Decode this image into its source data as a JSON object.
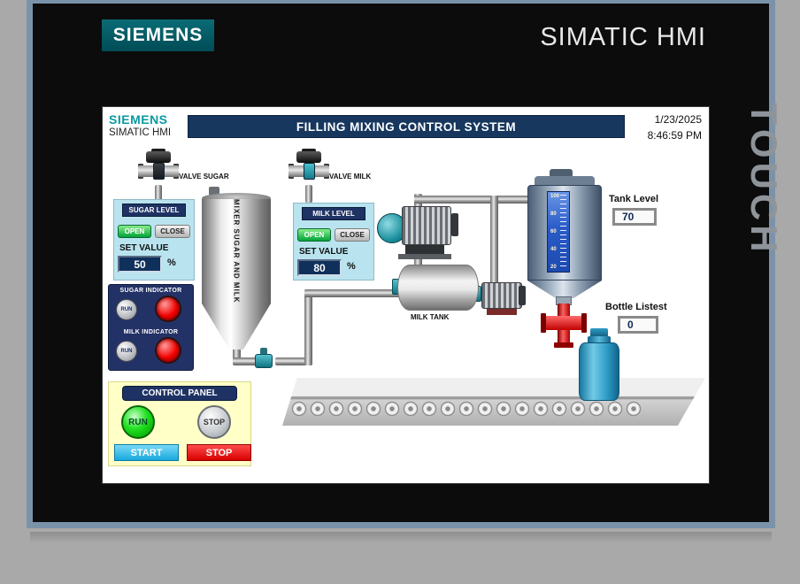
{
  "device": {
    "logo": "SIEMENS",
    "model": "SIMATIC HMI",
    "touch": "TOUCH"
  },
  "screen": {
    "header": {
      "brand": "SIEMENS",
      "brand_sub": "SIMATIC HMI",
      "title": "FILLING MIXING CONTROL SYSTEM",
      "date": "1/23/2025",
      "time": "8:46:59 PM"
    },
    "valves": {
      "sugar": "VALVE SUGAR",
      "milk": "VALVE MILK"
    },
    "sugar_panel": {
      "title": "SUGAR LEVEL",
      "open": "OPEN",
      "close": "CLOSE",
      "set_label": "SET VALUE",
      "value": "50",
      "unit": "%"
    },
    "milk_panel": {
      "title": "MILK LEVEL",
      "open": "OPEN",
      "close": "CLOSE",
      "set_label": "SET VALUE",
      "value": "80",
      "unit": "%"
    },
    "mixer": {
      "label": "MIXER SUGAR AND MILK"
    },
    "milk_tank": {
      "label": "MILK TANK"
    },
    "indicators": {
      "sugar_title": "SUGAR INDICATOR",
      "milk_title": "MILK INDICATOR",
      "run": "RUN"
    },
    "control": {
      "title": "CONTROL PANEL",
      "run": "RUN",
      "stop": "STOP",
      "start_btn": "START",
      "stop_btn": "STOP"
    },
    "tank_level": {
      "label": "Tank Level",
      "value": "70"
    },
    "bottle_count": {
      "label": "Bottle Listest",
      "value": "0"
    },
    "gauge": {
      "scale": [
        "100",
        "80",
        "60",
        "40",
        "20"
      ]
    }
  },
  "colors": {
    "siemens_teal": "#009ba4",
    "logo_bg": "#00606b",
    "banner_navy": "#17375e",
    "panel_blue": "#b9e4ef",
    "panel_navy": "#1e3264",
    "open_green": "#00a33a",
    "start_cyan": "#18a8dc",
    "stop_red": "#e00000",
    "pilot_green": "#21e021",
    "lamp_red": "#f20000",
    "control_bg": "#ffffc7",
    "gauge_blue": "#2a5bc8"
  }
}
